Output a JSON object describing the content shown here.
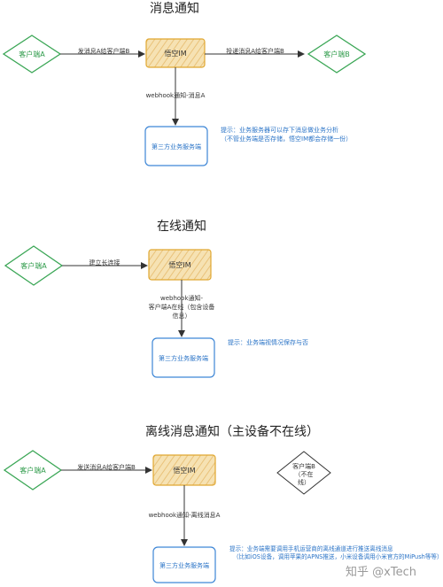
{
  "colors": {
    "green_stroke": "#3aa655",
    "green_text": "#2e9b4a",
    "server_fill": "#f3d9a0",
    "server_stroke": "#e0a730",
    "blue_stroke": "#3d86d6",
    "blue_text": "#2b74c7",
    "line": "#333333"
  },
  "section1": {
    "title": "消息通知",
    "client_a": "客户端A",
    "server": "悟空IM",
    "client_b": "客户端B",
    "edge_send": "发消息A给客户端B",
    "edge_deliver": "投递消息A给客户端B",
    "edge_webhook": "webhook通知-消息A",
    "third_party": "第三方业务服务端",
    "hint_line1": "提示：业务服务器可以存下消息做业务分析",
    "hint_line2": "（不管业务端是否存储，悟空IM都会存储一份）"
  },
  "section2": {
    "title": "在线通知",
    "client_a": "客户端A",
    "server": "悟空IM",
    "edge_connect": "建立长连接",
    "edge_webhook_line1": "webhook通知-",
    "edge_webhook_line2": "客户端A在线（包含设备",
    "edge_webhook_line3": "信息）",
    "third_party": "第三方业务服务端",
    "hint": "提示：业务端视情况保存与否"
  },
  "section3": {
    "title": "离线消息通知（主设备不在线）",
    "client_a": "客户端A",
    "server": "悟空IM",
    "client_b_line1": "客户端B",
    "client_b_line2": "（不在",
    "client_b_line3": "线）",
    "edge_send": "发送消息A给客户端B",
    "edge_webhook": "webhook通知-离线消息A",
    "third_party": "第三方业务服务端",
    "hint_line1": "提示：业务端需要调用手机运营商的离线通道进行推送离线消息",
    "hint_line2": "（比如iOS设备，调用苹果的APNS推送，小米设备调用小米官方的MiPush等等）"
  },
  "watermark": "知乎 @xTech"
}
